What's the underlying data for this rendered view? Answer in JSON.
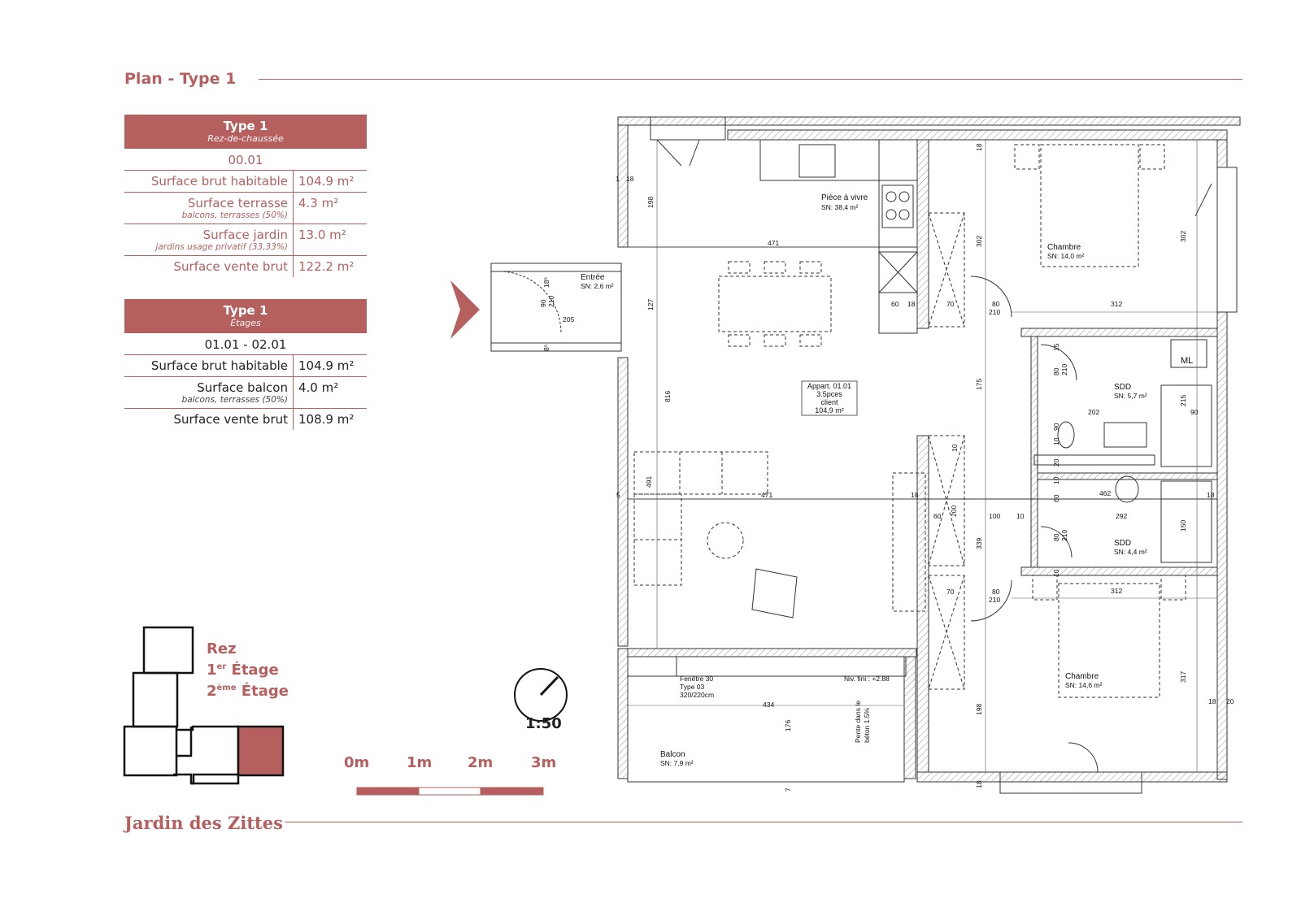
{
  "header": {
    "title": "Plan - Type 1"
  },
  "table_rez": {
    "title": "Type 1",
    "subtitle": "Rez-de-chaussée",
    "code": "00.01",
    "rows": [
      {
        "label": "Surface brut habitable",
        "sub": "",
        "value": "104.9 m²"
      },
      {
        "label": "Surface terrasse",
        "sub": "balcons, terrasses (50%)",
        "value": "4.3 m²"
      },
      {
        "label": "Surface jardin",
        "sub": "jardins usage privatif (33,33%)",
        "value": "13.0 m²"
      },
      {
        "label": "Surface vente brut",
        "sub": "",
        "value": "122.2 m²"
      }
    ]
  },
  "table_etages": {
    "title": "Type 1",
    "subtitle": "Étages",
    "code": "01.01 - 02.01",
    "rows": [
      {
        "label": "Surface brut habitable",
        "sub": "",
        "value": "104.9 m²"
      },
      {
        "label": "Surface balcon",
        "sub": "balcons, terrasses (50%)",
        "value": "4.0 m²"
      },
      {
        "label": "Surface vente brut",
        "sub": "",
        "value": "108.9 m²"
      }
    ]
  },
  "floors": {
    "rez": "Rez",
    "first_num": "1",
    "first_sup": "er",
    "first_word": "Étage",
    "second_num": "2",
    "second_sup": "ème",
    "second_word": "Étage"
  },
  "scale": {
    "ratio": "1:50",
    "labels": [
      "0m",
      "1m",
      "2m",
      "3m"
    ]
  },
  "plan": {
    "rooms": {
      "living_name": "Pièce à vivre",
      "living_sn": "SN: 38,4 m²",
      "entry_name": "Entrée",
      "entry_sn": "SN: 2,6 m²",
      "bed1_name": "Chambre",
      "bed1_sn": "SN: 14,0 m²",
      "bed2_name": "Chambre",
      "bed2_sn": "SN: 14,6 m²",
      "sdd1_name": "SDD",
      "sdd1_sn": "SN: 5,7 m²",
      "sdd2_name": "SDD",
      "sdd2_sn": "SN: 4,4 m²",
      "balcony_name": "Balcon",
      "balcony_sn": "SN: 7,9 m²",
      "ml": "ML"
    },
    "apartment_box": [
      "Appart. 01.01",
      "3.5pces",
      "client",
      "104,9 m²"
    ],
    "window_note": [
      "Fenêtre 30",
      "Type 03",
      "320/220cm"
    ],
    "level_note": "Niv. fini : +2.88",
    "slope_note": [
      "Pente dans le",
      "béton 1.5%"
    ],
    "dims": {
      "d471a": "471",
      "d471b": "471",
      "d205": "205",
      "d198a": "198",
      "d127": "127",
      "d816": "816",
      "d491": "491",
      "d18a": "18",
      "d1": "1",
      "d5": "5",
      "d302a": "302",
      "d302b": "302",
      "d312a": "312",
      "d312b": "312",
      "d175": "175",
      "d339": "339",
      "d198b": "198",
      "d317": "317",
      "d202": "202",
      "d90": "90",
      "d215": "215",
      "d462": "462",
      "d292": "292",
      "d150": "150",
      "d100": "100",
      "d200": "200",
      "d60a": "60",
      "d60b": "60",
      "d70a": "70",
      "d70b": "70",
      "d80a": "80",
      "d210a": "210",
      "d80b": "80",
      "d210b": "210",
      "d434": "434",
      "d176": "176",
      "d7": "7",
      "d18b": "18",
      "d18c": "18",
      "d18d": "18",
      "d120": "20",
      "d10a": "10",
      "d10b": "10",
      "d15": "15",
      "d80c": "80",
      "d210c": "210",
      "d80d": "80",
      "d210d": "210",
      "d10c": "10",
      "d20": "20",
      "d10d": "10",
      "d60c": "60",
      "d10e": "10",
      "d18e": "18",
      "d90e": "90",
      "d210e": "210",
      "d185": "18⁵",
      "d85": "8⁵"
    }
  },
  "footer": {
    "title": "Jardin des Zittes"
  },
  "colors": {
    "accent": "#b55f5f",
    "line": "#222222"
  }
}
